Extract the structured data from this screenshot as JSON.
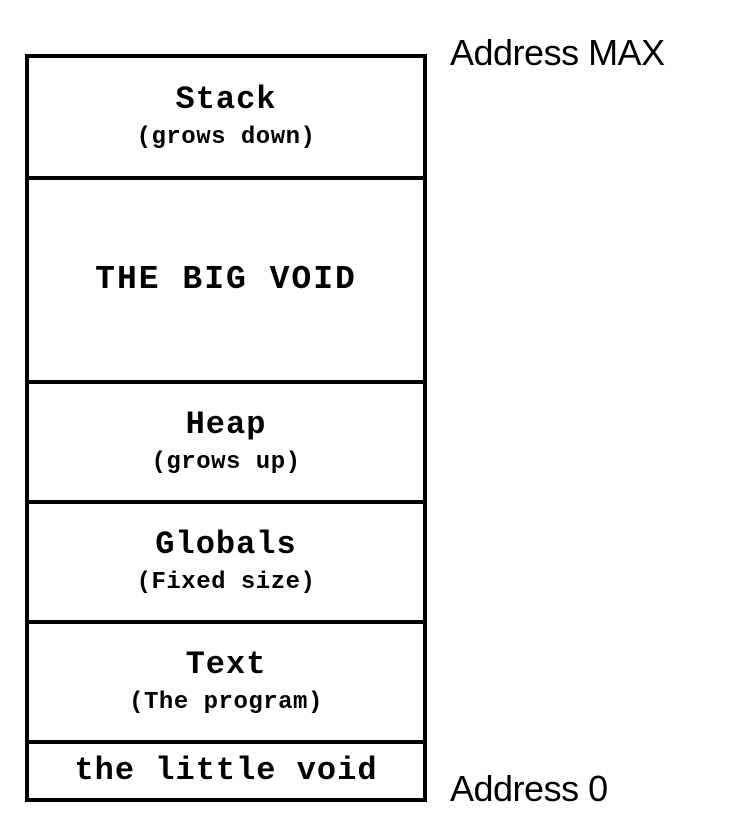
{
  "labels": {
    "address_max": "Address MAX",
    "address_zero": "Address 0"
  },
  "segments": [
    {
      "title": "Stack",
      "subtitle": "(grows down)"
    },
    {
      "title": "THE BIG VOID",
      "subtitle": ""
    },
    {
      "title": "Heap",
      "subtitle": "(grows up)"
    },
    {
      "title": "Globals",
      "subtitle": "(Fixed size)"
    },
    {
      "title": "Text",
      "subtitle": "(The program)"
    },
    {
      "title": "the little void",
      "subtitle": ""
    }
  ]
}
